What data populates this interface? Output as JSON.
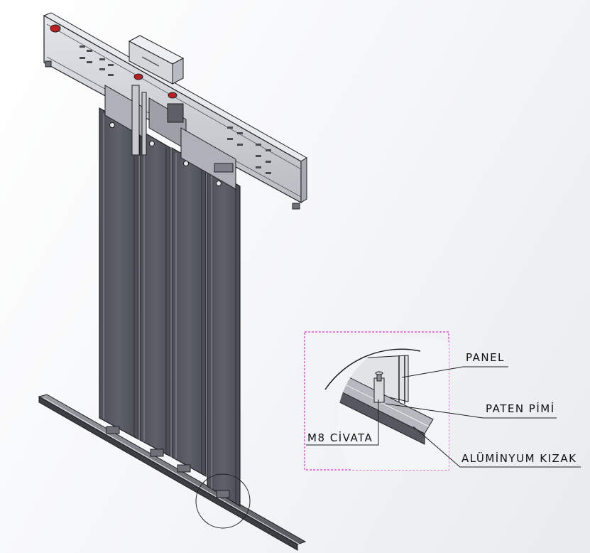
{
  "callouts": {
    "panel": "PANEL",
    "paten_pimi": "PATEN PİMİ",
    "m8_civata": "M8 CİVATA",
    "aluminyum_kizak": "ALÜMİNYUM KIZAK"
  },
  "colors": {
    "panel_face": "#5a5d66",
    "panel_dark": "#3f4148",
    "header_metal": "#d2d4d9",
    "edge_line": "#1e1f23",
    "accent_red": "#b82222",
    "detail_frame": "#dd33cc"
  }
}
